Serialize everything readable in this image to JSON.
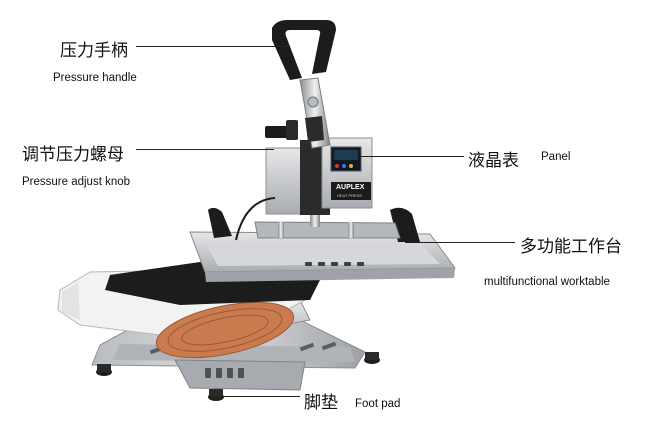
{
  "labels": {
    "pressure_handle_zh": "压力手柄",
    "pressure_handle_en": "Pressure handle",
    "pressure_knob_zh": "调节压力螺母",
    "pressure_knob_en": "Pressure adjust knob",
    "panel_zh": "液晶表",
    "panel_en": "Panel",
    "worktable_zh": "多功能工作台",
    "worktable_en": "multifunctional worktable",
    "foot_pad_zh": "脚垫",
    "foot_pad_en": "Foot pad"
  },
  "brand": {
    "name": "AUPLEX",
    "subtitle": "HEAT PRESS"
  },
  "colors": {
    "metal": "#c9cbce",
    "metal_dark": "#8f9296",
    "black": "#1c1c1c",
    "sole": "#c97a4f",
    "shoe_white": "#f2f2f0"
  }
}
